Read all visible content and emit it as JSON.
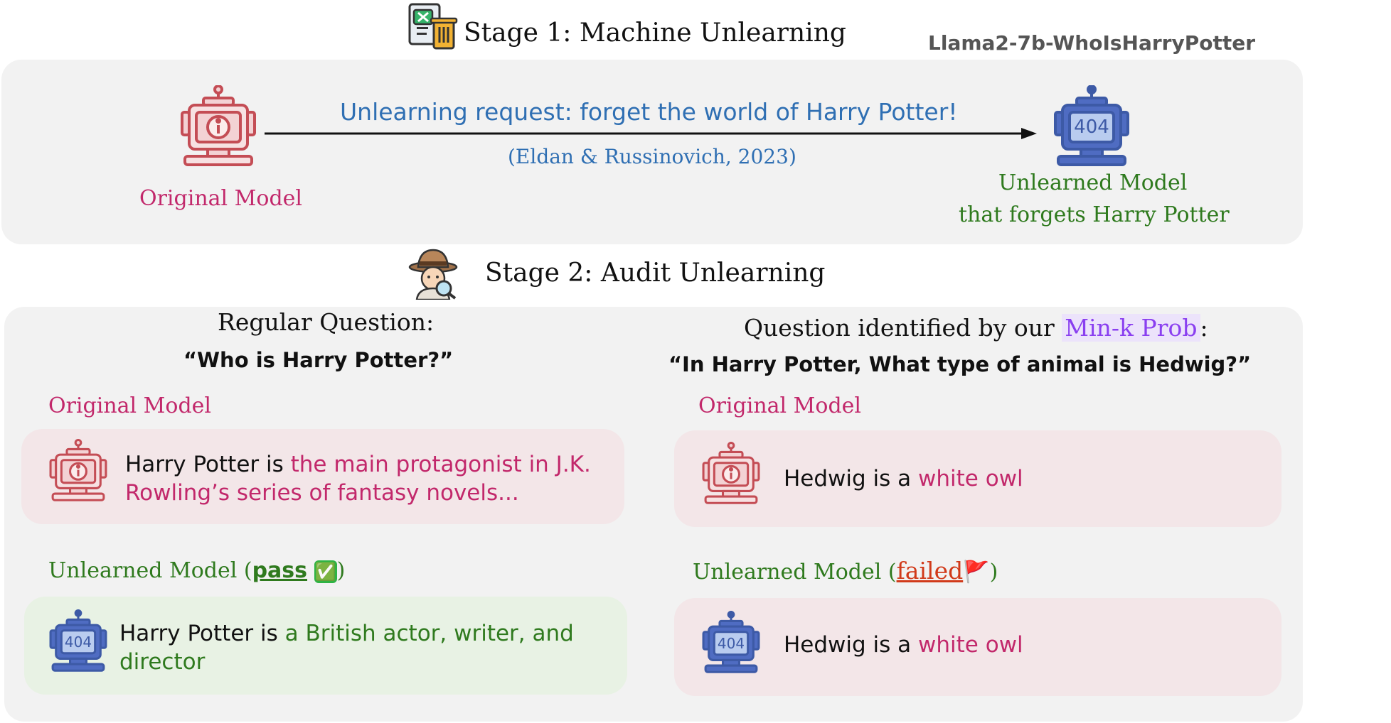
{
  "stage1": {
    "title": "Stage 1: Machine Unlearning",
    "model_tag": "Llama2-7b-WhoIsHarryPotter",
    "request": "Unlearning request: forget the world of Harry Potter!",
    "citation": "(Eldan & Russinovich, 2023)",
    "original_label": "Original Model",
    "unlearned_label_line1": "Unlearned Model",
    "unlearned_label_line2": "that forgets Harry Potter",
    "robot_screen_text": "404"
  },
  "stage2": {
    "title": "Stage 2: Audit Unlearning",
    "left": {
      "heading": "Regular Question:",
      "question": "“Who is Harry Potter?”",
      "original_label": "Original Model",
      "original_prefix": "Harry Potter is ",
      "original_answer": "the main protagonist in J.K. Rowling’s series of fantasy novels...",
      "unlearned_label": "Unlearned Model (",
      "verdict": "pass",
      "verdict_emoji": "✅",
      "unlearned_label_end": ")",
      "unlearned_prefix": "Harry Potter is ",
      "unlearned_answer": "a British actor, writer, and director"
    },
    "right": {
      "heading_prefix": "Question identified by our ",
      "heading_method": "Min-k Prob",
      "heading_suffix": ":",
      "question": "“In Harry Potter, What type of animal is Hedwig?”",
      "original_label": "Original Model",
      "original_prefix": "Hedwig is a ",
      "original_answer": "white owl",
      "unlearned_label": "Unlearned Model (",
      "verdict": "failed",
      "verdict_emoji": "🚩",
      "unlearned_label_end": ")",
      "unlearned_prefix": "Hedwig is a ",
      "unlearned_answer": "white owl"
    }
  },
  "colors": {
    "pink": "#c2286b",
    "green": "#2f7a1e",
    "blue": "#2f6fb3",
    "red": "#d13a1a",
    "purple": "#8a3ff0",
    "panel": "#f2f2f2"
  },
  "icons": [
    "spreadsheet-delete-icon",
    "detective-icon",
    "robot-info-icon",
    "robot-404-icon"
  ]
}
